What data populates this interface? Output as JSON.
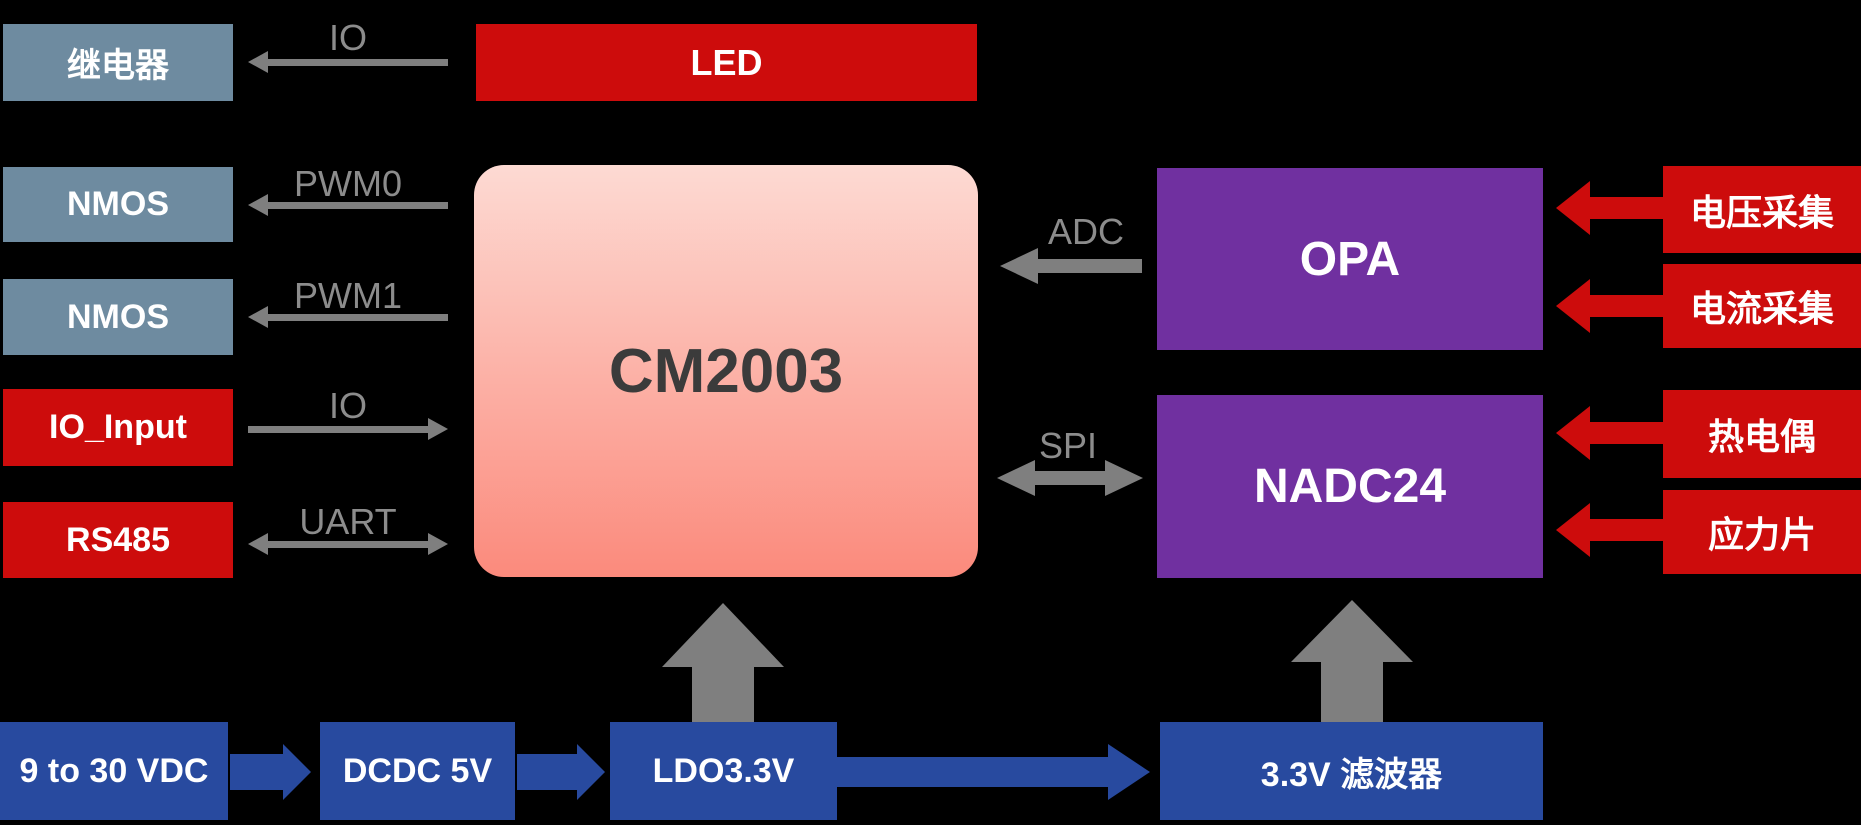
{
  "diagram": {
    "title_hint": "CM2003 system block diagram",
    "colors": {
      "background": "#000000",
      "slate_node": "#6E8BA0",
      "red_node": "#CD0C0C",
      "purple_node": "#7030A0",
      "blue_node": "#284A9F",
      "gray_arrow": "#7F7F7F",
      "gray_label": "#8C8C8C",
      "chip_gradient_top": "#FDDAD3",
      "chip_gradient_bottom": "#FB8A7C",
      "chip_text": "#3B3B3B"
    },
    "center_chip": {
      "label": "CM2003"
    },
    "led": {
      "label": "LED"
    },
    "left_nodes": [
      {
        "label": "继电器"
      },
      {
        "label": "NMOS"
      },
      {
        "label": "NMOS"
      },
      {
        "label": "IO_Input"
      },
      {
        "label": "RS485"
      }
    ],
    "left_connectors": [
      {
        "label": "IO",
        "direction": "left"
      },
      {
        "label": "PWM0",
        "direction": "left"
      },
      {
        "label": "PWM1",
        "direction": "left"
      },
      {
        "label": "IO",
        "direction": "right"
      },
      {
        "label": "UART",
        "direction": "both"
      }
    ],
    "right_connectors": [
      {
        "label": "ADC",
        "direction": "left"
      },
      {
        "label": "SPI",
        "direction": "both"
      }
    ],
    "analog_blocks": [
      {
        "label": "OPA"
      },
      {
        "label": "NADC24"
      }
    ],
    "sensor_nodes": [
      {
        "label": "电压采集"
      },
      {
        "label": "电流采集"
      },
      {
        "label": "热电偶"
      },
      {
        "label": "应力片"
      }
    ],
    "power_chain": [
      {
        "label": "9 to 30 VDC"
      },
      {
        "label": "DCDC 5V"
      },
      {
        "label": "LDO3.3V"
      },
      {
        "label": "3.3V 滤波器"
      }
    ]
  }
}
